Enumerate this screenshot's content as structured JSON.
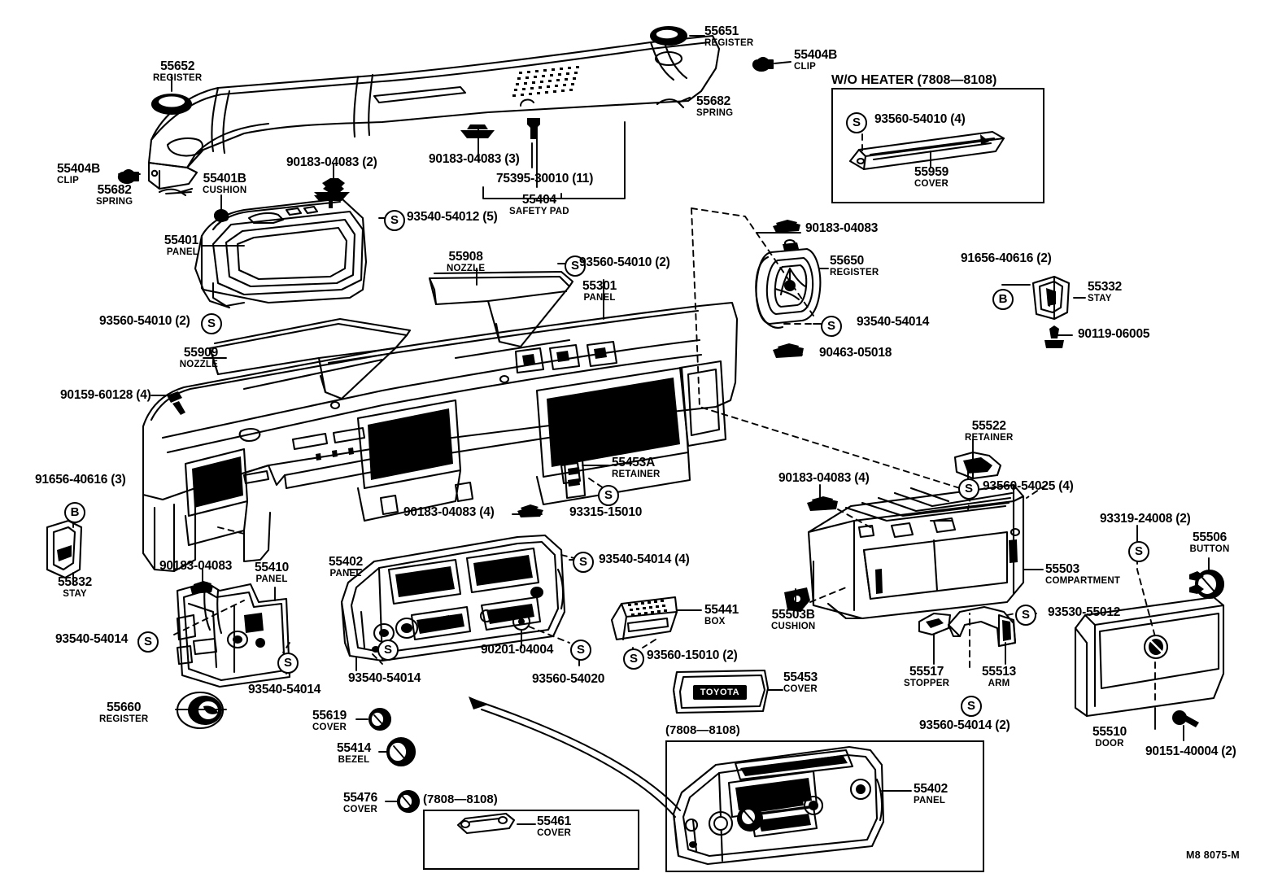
{
  "diagram": {
    "title": "Toyota Instrument Panel & Safety Pad Parts Diagram",
    "footer_code": "M8 8075-M",
    "brand_badge": "TOYOTA",
    "marker_s": "S",
    "marker_b": "B"
  },
  "insets": [
    {
      "id": "wo-heater",
      "title": "W/O HEATER  (7808—8108)"
    },
    {
      "id": "cover-55461",
      "title": "(7808—8108)"
    },
    {
      "id": "panel-55402-alt",
      "title": "(7808—8108)"
    }
  ],
  "labels": [
    {
      "number": "55652",
      "desc": "REGISTER"
    },
    {
      "number": "55651",
      "desc": "REGISTER"
    },
    {
      "number": "55404B",
      "desc": "CLIP"
    },
    {
      "number": "55682",
      "desc": "SPRING"
    },
    {
      "number": "55404B",
      "desc": "CLIP"
    },
    {
      "number": "55682",
      "desc": "SPRING"
    },
    {
      "number": "55401B",
      "desc": "CUSHION"
    },
    {
      "number": "90183-04083 (2)",
      "desc": ""
    },
    {
      "number": "90183-04083 (3)",
      "desc": ""
    },
    {
      "number": "75395-30010 (11)",
      "desc": ""
    },
    {
      "number": "55404",
      "desc": "SAFETY PAD"
    },
    {
      "number": "93540-54012 (5)",
      "desc": ""
    },
    {
      "number": "55401",
      "desc": "PANEL"
    },
    {
      "number": "93560-54010 (4)",
      "desc": ""
    },
    {
      "number": "55959",
      "desc": "COVER"
    },
    {
      "number": "55908",
      "desc": "NOZZLE"
    },
    {
      "number": "93560-54010 (2)",
      "desc": ""
    },
    {
      "number": "55301",
      "desc": "PANEL"
    },
    {
      "number": "93560-54010 (2)",
      "desc": ""
    },
    {
      "number": "55909",
      "desc": "NOZZLE"
    },
    {
      "number": "90159-60128 (4)",
      "desc": ""
    },
    {
      "number": "91656-40616 (3)",
      "desc": ""
    },
    {
      "number": "55332",
      "desc": "STAY"
    },
    {
      "number": "90183-04083",
      "desc": ""
    },
    {
      "number": "55650",
      "desc": "REGISTER"
    },
    {
      "number": "93540-54014",
      "desc": ""
    },
    {
      "number": "90463-05018",
      "desc": ""
    },
    {
      "number": "91656-40616 (2)",
      "desc": ""
    },
    {
      "number": "55332",
      "desc": "STAY"
    },
    {
      "number": "90119-06005",
      "desc": ""
    },
    {
      "number": "55453A",
      "desc": "RETAINER"
    },
    {
      "number": "93315-15010",
      "desc": ""
    },
    {
      "number": "90183-04083 (4)",
      "desc": ""
    },
    {
      "number": "90183-04083",
      "desc": ""
    },
    {
      "number": "55410",
      "desc": "PANEL"
    },
    {
      "number": "93540-54014",
      "desc": ""
    },
    {
      "number": "93540-54014",
      "desc": ""
    },
    {
      "number": "55660",
      "desc": "REGISTER"
    },
    {
      "number": "55402",
      "desc": "PANEL"
    },
    {
      "number": "93540-54014 (4)",
      "desc": ""
    },
    {
      "number": "93540-54014",
      "desc": ""
    },
    {
      "number": "90201-04004",
      "desc": ""
    },
    {
      "number": "93560-54020",
      "desc": ""
    },
    {
      "number": "55441",
      "desc": "BOX"
    },
    {
      "number": "93560-15010 (2)",
      "desc": ""
    },
    {
      "number": "55453",
      "desc": "COVER"
    },
    {
      "number": "55619",
      "desc": "COVER"
    },
    {
      "number": "55414",
      "desc": "BEZEL"
    },
    {
      "number": "55476",
      "desc": "COVER"
    },
    {
      "number": "55461",
      "desc": "COVER"
    },
    {
      "number": "55402",
      "desc": "PANEL"
    },
    {
      "number": "55522",
      "desc": "RETAINER"
    },
    {
      "number": "90183-04083 (4)",
      "desc": ""
    },
    {
      "number": "93560-54025 (4)",
      "desc": ""
    },
    {
      "number": "55503",
      "desc": "COMPARTMENT"
    },
    {
      "number": "55503B",
      "desc": "CUSHION"
    },
    {
      "number": "93530-55012",
      "desc": ""
    },
    {
      "number": "55517",
      "desc": "STOPPER"
    },
    {
      "number": "55513",
      "desc": "ARM"
    },
    {
      "number": "93560-54014 (2)",
      "desc": ""
    },
    {
      "number": "93319-24008 (2)",
      "desc": ""
    },
    {
      "number": "55506",
      "desc": "BUTTON"
    },
    {
      "number": "55510",
      "desc": "DOOR"
    },
    {
      "number": "90151-40004 (2)",
      "desc": ""
    }
  ]
}
